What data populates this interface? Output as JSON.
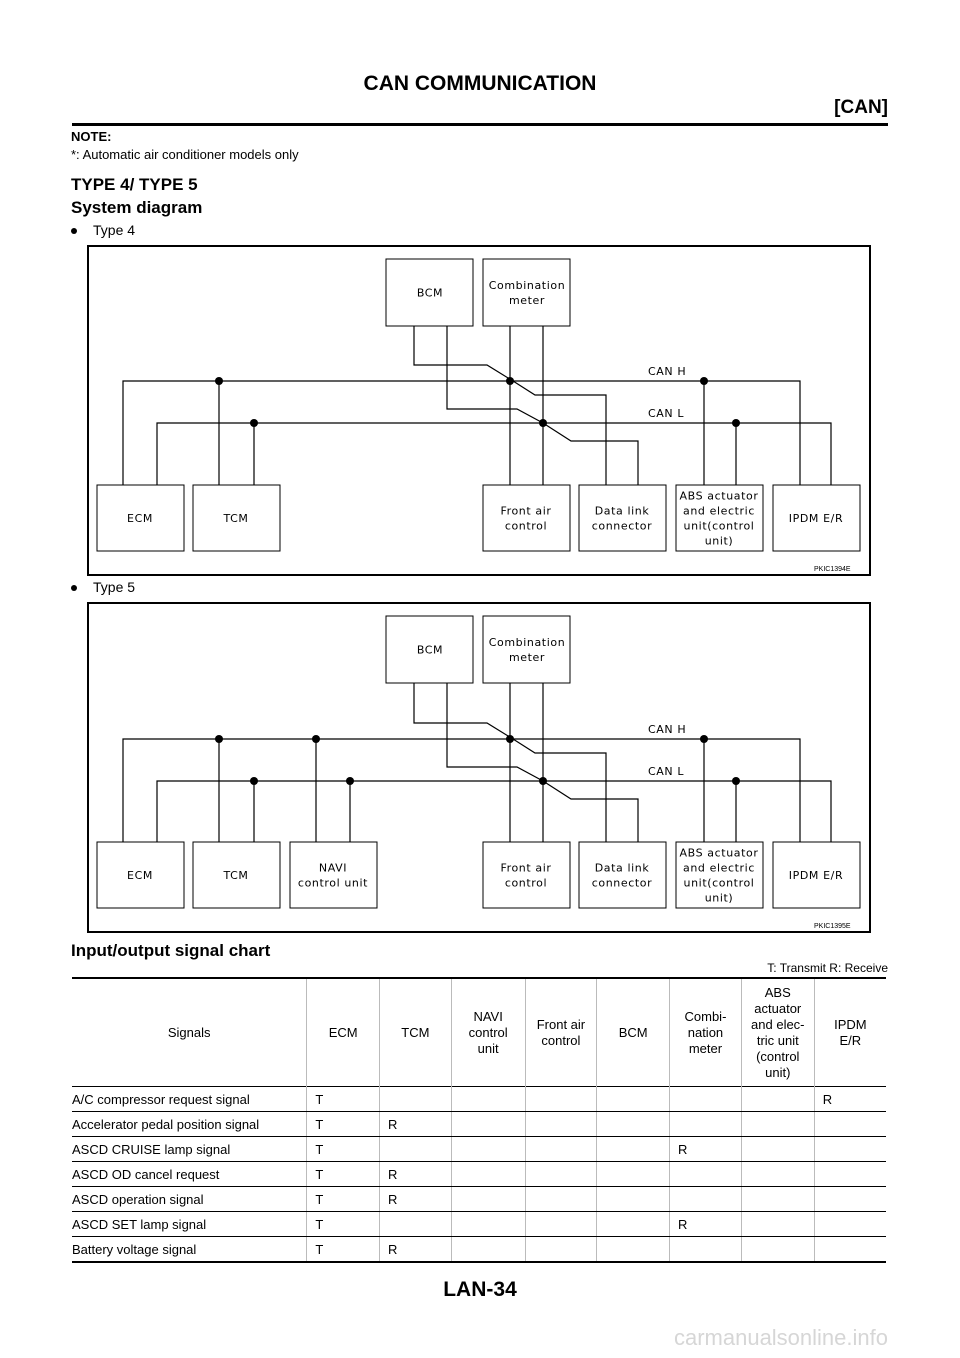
{
  "header": {
    "title": "CAN COMMUNICATION",
    "section": "[CAN]"
  },
  "note": {
    "heading": "NOTE:",
    "text": "*: Automatic air conditioner models only"
  },
  "headings": {
    "type": "TYPE 4/ TYPE 5",
    "system": "System diagram",
    "chart": "Input/output signal chart"
  },
  "type4": {
    "bullet": "Type 4",
    "code": "PKIC1394E",
    "can_h": "CAN H",
    "can_l": "CAN L",
    "units": {
      "bcm": [
        "BCM"
      ],
      "meter": [
        "Combination",
        "meter"
      ],
      "ecm": [
        "ECM"
      ],
      "tcm": [
        "TCM"
      ],
      "front_air": [
        "Front air",
        "control"
      ],
      "dlc": [
        "Data link",
        "connector"
      ],
      "abs": [
        "ABS actuator",
        "and electric",
        "unit(control",
        "unit)"
      ],
      "ipdm": [
        "IPDM E/R"
      ]
    }
  },
  "type5": {
    "bullet": "Type 5",
    "code": "PKIC1395E",
    "can_h": "CAN H",
    "can_l": "CAN L",
    "units": {
      "bcm": [
        "BCM"
      ],
      "meter": [
        "Combination",
        "meter"
      ],
      "ecm": [
        "ECM"
      ],
      "tcm": [
        "TCM"
      ],
      "navi": [
        "NAVI",
        "control unit"
      ],
      "front_air": [
        "Front air",
        "control"
      ],
      "dlc": [
        "Data link",
        "connector"
      ],
      "abs": [
        "ABS actuator",
        "and electric",
        "unit(control",
        "unit)"
      ],
      "ipdm": [
        "IPDM E/R"
      ]
    }
  },
  "legend": "T: Transmit   R: Receive",
  "table": {
    "headers": [
      "Signals",
      "ECM",
      "TCM",
      "NAVI\ncontrol\nunit",
      "Front air\ncontrol",
      "BCM",
      "Combi-\nnation\nmeter",
      "ABS\nactuator\nand elec-\ntric unit\n(control\nunit)",
      "IPDM\nE/R"
    ],
    "rows": [
      [
        "A/C compressor request signal",
        "T",
        "",
        "",
        "",
        "",
        "",
        "",
        "R"
      ],
      [
        "Accelerator pedal position signal",
        "T",
        "R",
        "",
        "",
        "",
        "",
        "",
        ""
      ],
      [
        "ASCD CRUISE lamp signal",
        "T",
        "",
        "",
        "",
        "",
        "R",
        "",
        ""
      ],
      [
        "ASCD OD cancel request",
        "T",
        "R",
        "",
        "",
        "",
        "",
        "",
        ""
      ],
      [
        "ASCD operation signal",
        "T",
        "R",
        "",
        "",
        "",
        "",
        "",
        ""
      ],
      [
        "ASCD SET lamp signal",
        "T",
        "",
        "",
        "",
        "",
        "R",
        "",
        ""
      ],
      [
        "Battery voltage signal",
        "T",
        "R",
        "",
        "",
        "",
        "",
        "",
        ""
      ]
    ]
  },
  "footer": {
    "page": "LAN-34"
  },
  "watermark": "carmanualsonline.info"
}
